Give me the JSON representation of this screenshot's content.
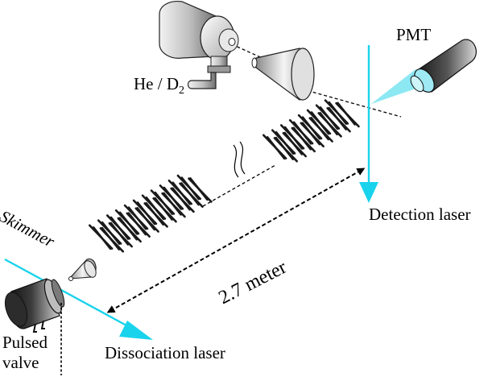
{
  "labels": {
    "pmt": "PMT",
    "gas": "He / D",
    "gas_sub": "2",
    "skimmer": "Skimmer",
    "detection_laser": "Detection laser",
    "distance": "2.7 meter",
    "dissociation_laser": "Dissociation laser",
    "pulsed_valve_line1": "Pulsed",
    "pulsed_valve_line2": "valve"
  },
  "colors": {
    "laser": "#19d3ec",
    "pmt_beam": "#7fe6f2",
    "electrode": "#1a1a1a"
  }
}
